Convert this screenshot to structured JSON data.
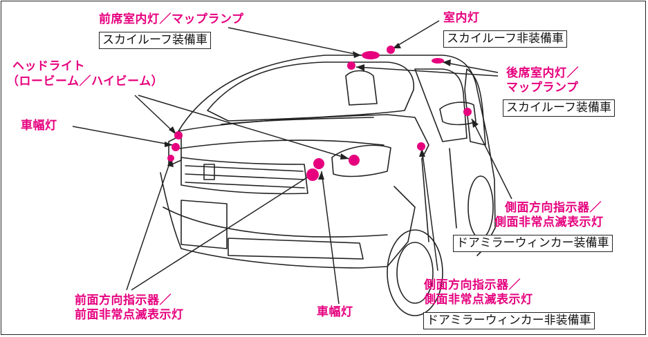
{
  "labels": {
    "front_room_lamp_line1": "前席室内灯／マップランプ",
    "front_room_lamp_box": "スカイルーフ装備車",
    "room_lamp": "室内灯",
    "room_lamp_box": "スカイルーフ非装備車",
    "headlight_line1": "ヘッドライト",
    "headlight_line2": "（ロービーム／ハイビーム）",
    "rear_room_lamp_line1": "後席室内灯／",
    "rear_room_lamp_line2": "マップランプ",
    "rear_room_lamp_box": "スカイルーフ装備車",
    "side_marker_left": "車幅灯",
    "side_indicator_mirror_line1": "側面方向指示器／",
    "side_indicator_mirror_line2": "側面非常点滅表示灯",
    "side_indicator_mirror_box": "ドアミラーウィンカー装備車",
    "side_indicator_body_line1": "側面方向指示器／",
    "side_indicator_body_line2": "側面非常点滅表示灯",
    "side_indicator_body_box": "ドアミラーウィンカー非装備車",
    "front_indicator_line1": "前面方向指示器／",
    "front_indicator_line2": "前面非常点滅表示灯",
    "side_marker_bottom": "車幅灯"
  },
  "colors": {
    "accent": "#e6007e",
    "line": "#222222"
  }
}
